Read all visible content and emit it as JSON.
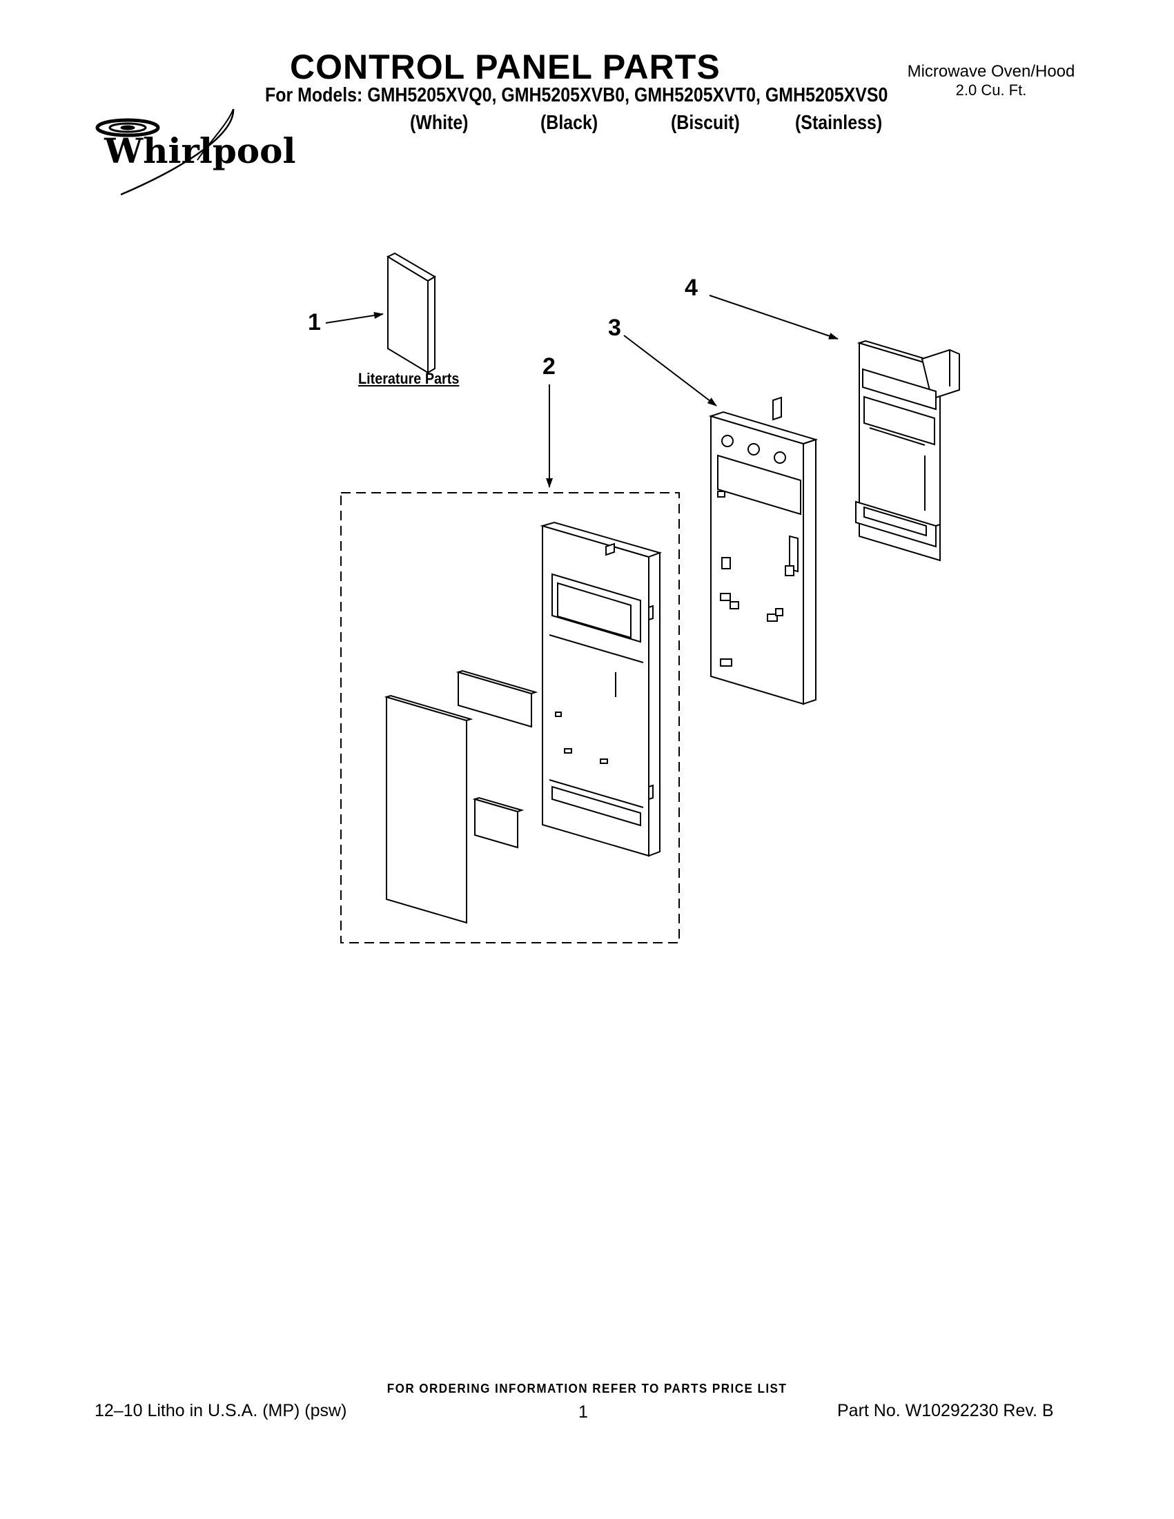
{
  "header": {
    "title": "CONTROL PANEL PARTS",
    "product_type": "Microwave Oven/Hood",
    "capacity": "2.0 Cu. Ft.",
    "models_line": "For Models: GMH5205XVQ0, GMH5205XVB0, GMH5205XVT0, GMH5205XVS0",
    "colors": [
      "(White)",
      "(Black)",
      "(Biscuit)",
      "(Stainless)"
    ]
  },
  "logo": {
    "brand": "Whirlpool"
  },
  "diagram": {
    "callouts": [
      "1",
      "2",
      "3",
      "4"
    ],
    "literature_label": "Literature Parts"
  },
  "footer": {
    "ordering_notice": "FOR ORDERING INFORMATION REFER TO PARTS PRICE LIST",
    "print_info": "12–10 Litho in U.S.A. (MP) (psw)",
    "page_number": "1",
    "part_number": "Part No. W10292230 Rev. B"
  }
}
